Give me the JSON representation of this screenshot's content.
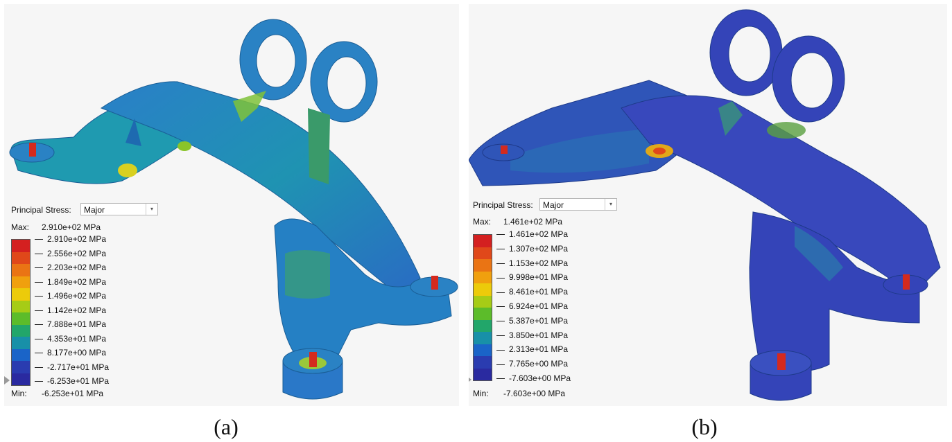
{
  "panels": [
    {
      "caption": "(a)",
      "legend": {
        "label": "Principal Stress:",
        "selected": "Major",
        "max_label": "Max:",
        "max_value": "2.910e+02 MPa",
        "min_label": "Min:",
        "min_value": "-6.253e+01 MPa",
        "ticks": [
          "2.910e+02 MPa",
          "2.556e+02 MPa",
          "2.203e+02 MPa",
          "1.849e+02 MPa",
          "1.496e+02 MPa",
          "1.142e+02 MPa",
          "7.888e+01 MPa",
          "4.353e+01 MPa",
          "8.177e+00 MPa",
          "-2.717e+01 MPa",
          "-6.253e+01 MPa"
        ]
      }
    },
    {
      "caption": "(b)",
      "legend": {
        "label": "Principal Stress:",
        "selected": "Major",
        "max_label": "Max:",
        "max_value": "1.461e+02 MPa",
        "min_label": "Min:",
        "min_value": "-7.603e+00 MPa",
        "ticks": [
          "1.461e+02 MPa",
          "1.307e+02 MPa",
          "1.153e+02 MPa",
          "9.998e+01 MPa",
          "8.461e+01 MPa",
          "6.924e+01 MPa",
          "5.387e+01 MPa",
          "3.850e+01 MPa",
          "2.313e+01 MPa",
          "7.765e+00 MPa",
          "-7.603e+00 MPa"
        ]
      }
    }
  ],
  "colors": {
    "scale": [
      "#d42020",
      "#e0481a",
      "#ea7414",
      "#f0a00e",
      "#eccb0a",
      "#a6cc16",
      "#5cbc2a",
      "#22a66a",
      "#1890a8",
      "#1a64c8",
      "#2a3cb0",
      "#2a2aa0"
    ],
    "panel_a_body": "#2a78c8",
    "panel_b_body": "#3344b8",
    "pin": "#d42a1e"
  },
  "icons": [
    "dropdown-arrow-icon",
    "scale-pointer-icon"
  ]
}
